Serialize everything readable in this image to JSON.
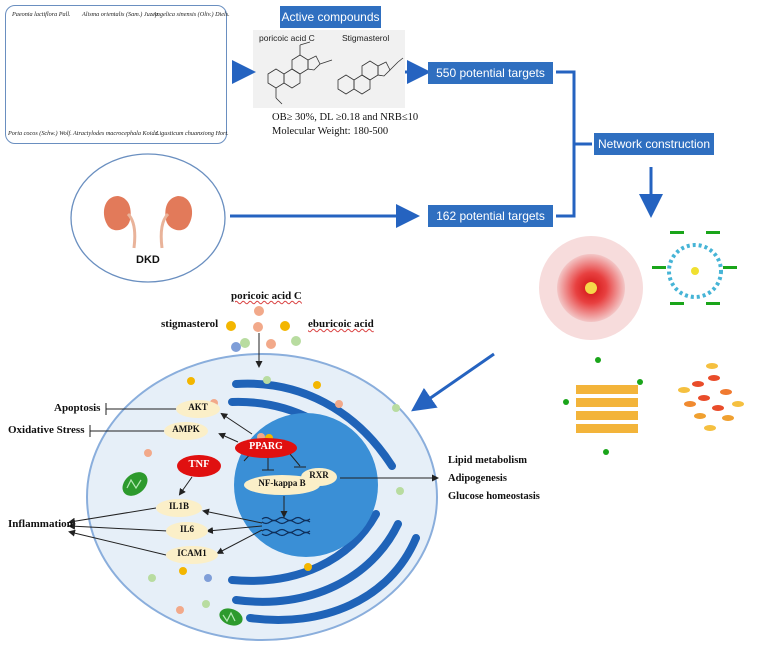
{
  "herbs": [
    {
      "name": "Paeonia lactiflora Pall.",
      "color": "#e2d2b0"
    },
    {
      "name": "Alisma orientalis (Sam.) Juzep.",
      "color": "#c88a36"
    },
    {
      "name": "Angelica sinensis (Oliv.) Diels.",
      "color": "#b07a3c"
    },
    {
      "name": "Poria cocos (Schw.) Wolf.",
      "color": "#ece6d8"
    },
    {
      "name": "Atractylodes macrocephala Koidz.",
      "color": "#7a4a22"
    },
    {
      "name": "Ligusticum chuanxiong Hort.",
      "color": "#8a6a3a"
    }
  ],
  "active_compounds_label": "Active compounds",
  "molecules": {
    "left": "poricoic acid C",
    "right": "Stigmasterol"
  },
  "filter_criteria": "OB≥ 30%, DL ≥0.18 and NRB≤10",
  "molecular_weight": "Molecular Weight: 180-500",
  "targets_550": "550 potential targets",
  "targets_162": "162 potential targets",
  "network_construction": "Network construction",
  "disease": "DKD",
  "compounds": {
    "top": "poricoic acid C",
    "left": "stigmasterol",
    "right": "eburicoic acid"
  },
  "proteins": {
    "akt": "AKT",
    "ampk": "AMPK",
    "pparg": "PPARG",
    "tnf": "TNF",
    "nfkb": "NF-kappa B",
    "rxr": "RXR",
    "il1b": "IL1B",
    "il6": "IL6",
    "icam1": "ICAM1"
  },
  "outcomes_left": {
    "apoptosis": "Apoptosis",
    "oxidative": "Oxidative Stress",
    "inflammation": "Inflammation"
  },
  "outcomes_right": {
    "lipid": "Lipid metabolism",
    "adipo": "Adipogenesis",
    "glucose": "Glucose homeostasis"
  },
  "colors": {
    "accent_blue": "#2f6fc0",
    "arrow_blue": "#2563c0",
    "nucleus": "#3a8fd6",
    "pparg": "#e01010",
    "protein": "#fbefc8"
  }
}
